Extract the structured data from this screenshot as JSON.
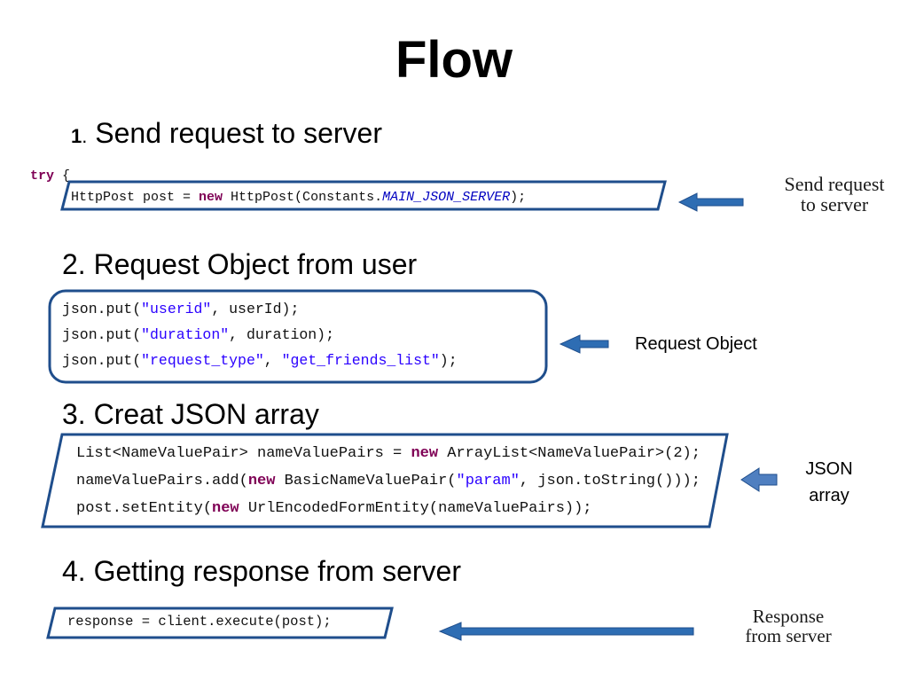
{
  "slide": {
    "title": "Flow",
    "step1": {
      "number": "1",
      "label": "Send request to server"
    },
    "step2": {
      "label": "2. Request Object from user"
    },
    "step3": {
      "label": "3. Creat JSON array"
    },
    "step4": {
      "label": "4. Getting response from server"
    }
  },
  "code1": {
    "try_kw": "try",
    "try_brace": " {",
    "line_a": "HttpPost post = ",
    "line_b": "new",
    "line_c": " HttpPost(Constants.",
    "line_d": "MAIN_JSON_SERVER",
    "line_e": ");"
  },
  "code2": {
    "l1a": "json.put(",
    "l1b": "\"userid\"",
    "l1c": ", userId);",
    "l2a": "json.put(",
    "l2b": "\"duration\"",
    "l2c": ", duration);",
    "l3a": "json.put(",
    "l3b": "\"request_type\"",
    "l3c": ", ",
    "l3d": "\"get_friends_list\"",
    "l3e": ");"
  },
  "code3": {
    "l1a": "List<NameValuePair> nameValuePairs = ",
    "l1b": "new",
    "l1c": " ArrayList<NameValuePair>(2);",
    "l2a": "nameValuePairs.add(",
    "l2b": "new",
    "l2c": " BasicNameValuePair(",
    "l2d": "\"param\"",
    "l2e": ", json.toString()));",
    "l3a": "post.setEntity(",
    "l3b": "new",
    "l3c": " UrlEncodedFormEntity(nameValuePairs));"
  },
  "code4": {
    "line": "response = client.execute(post);"
  },
  "annotations": {
    "a1_line1": "Send request",
    "a1_line2": "to server",
    "a2": "Request Object",
    "a3_line1": "JSON",
    "a3_line2": "array",
    "a4_line1": "Response",
    "a4_line2": "from server"
  },
  "colors": {
    "frame": "#1f4e8c",
    "arrow": "#2e6db3"
  }
}
